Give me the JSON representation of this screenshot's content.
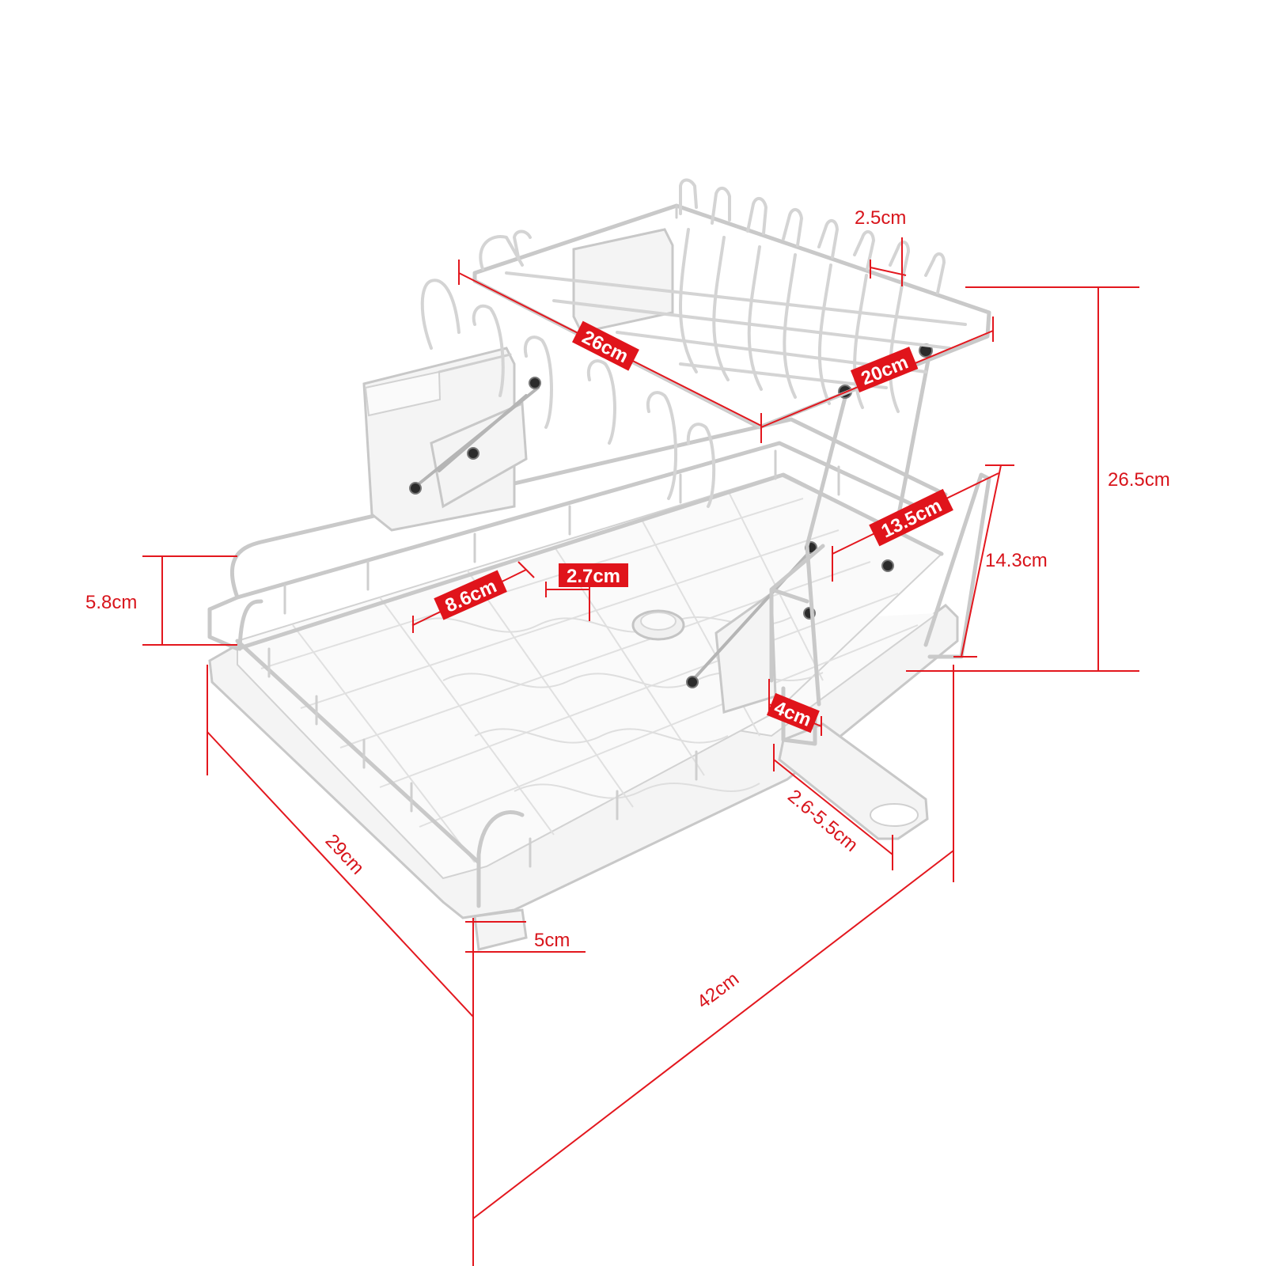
{
  "product": {
    "name": "dish-drying-rack",
    "colors": {
      "dimension_line": "#e3171e",
      "label_background": "#e0141b",
      "label_text_on_bg": "#ffffff",
      "rack_body": "#f4f4f4",
      "rack_outline": "#c9c9c9"
    }
  },
  "dimensions": {
    "top_length": "26cm",
    "top_slot_gap": "2.5cm",
    "top_depth": "20cm",
    "overall_height": "26.5cm",
    "holder_width": "13.5cm",
    "holder_height": "14.3cm",
    "rail_height": "5.8cm",
    "grid_width": "8.6cm",
    "grid_gap": "2.7cm",
    "spout_width": "4cm",
    "spout_extension": "2.6-5.5cm",
    "base_depth": "29cm",
    "foot_height": "5cm",
    "base_length": "42cm"
  }
}
